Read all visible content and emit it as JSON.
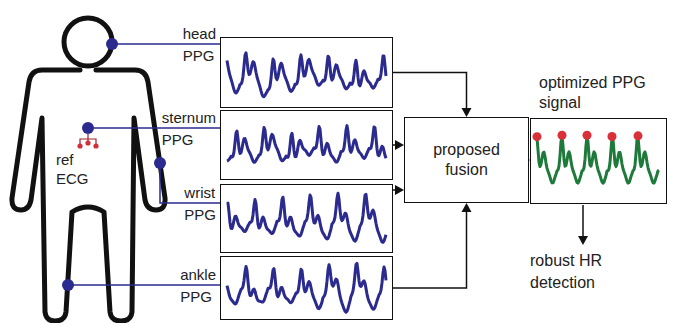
{
  "diagram": {
    "nodes": [
      {
        "text": [
          "head PPG"
        ]
      },
      {
        "text": [
          "sternum PPG"
        ]
      },
      {
        "text": [
          "wrist PPG"
        ]
      },
      {
        "text": [
          "ankle PPG"
        ]
      },
      {
        "text": [
          "proposed fusion"
        ]
      },
      {
        "text": [
          "optimized PPG signal"
        ]
      }
    ],
    "edges": [
      {
        "from": 0,
        "to": 4,
        "arrow": "to"
      },
      {
        "from": 1,
        "to": 4,
        "arrow": "to"
      },
      {
        "from": 2,
        "to": 4,
        "arrow": "to"
      },
      {
        "from": 3,
        "to": 4,
        "arrow": "to"
      },
      {
        "from": 4,
        "to": 5,
        "arrow": "to"
      }
    ],
    "labels": [
      "ref ECG",
      "robust HR detection"
    ]
  }
}
